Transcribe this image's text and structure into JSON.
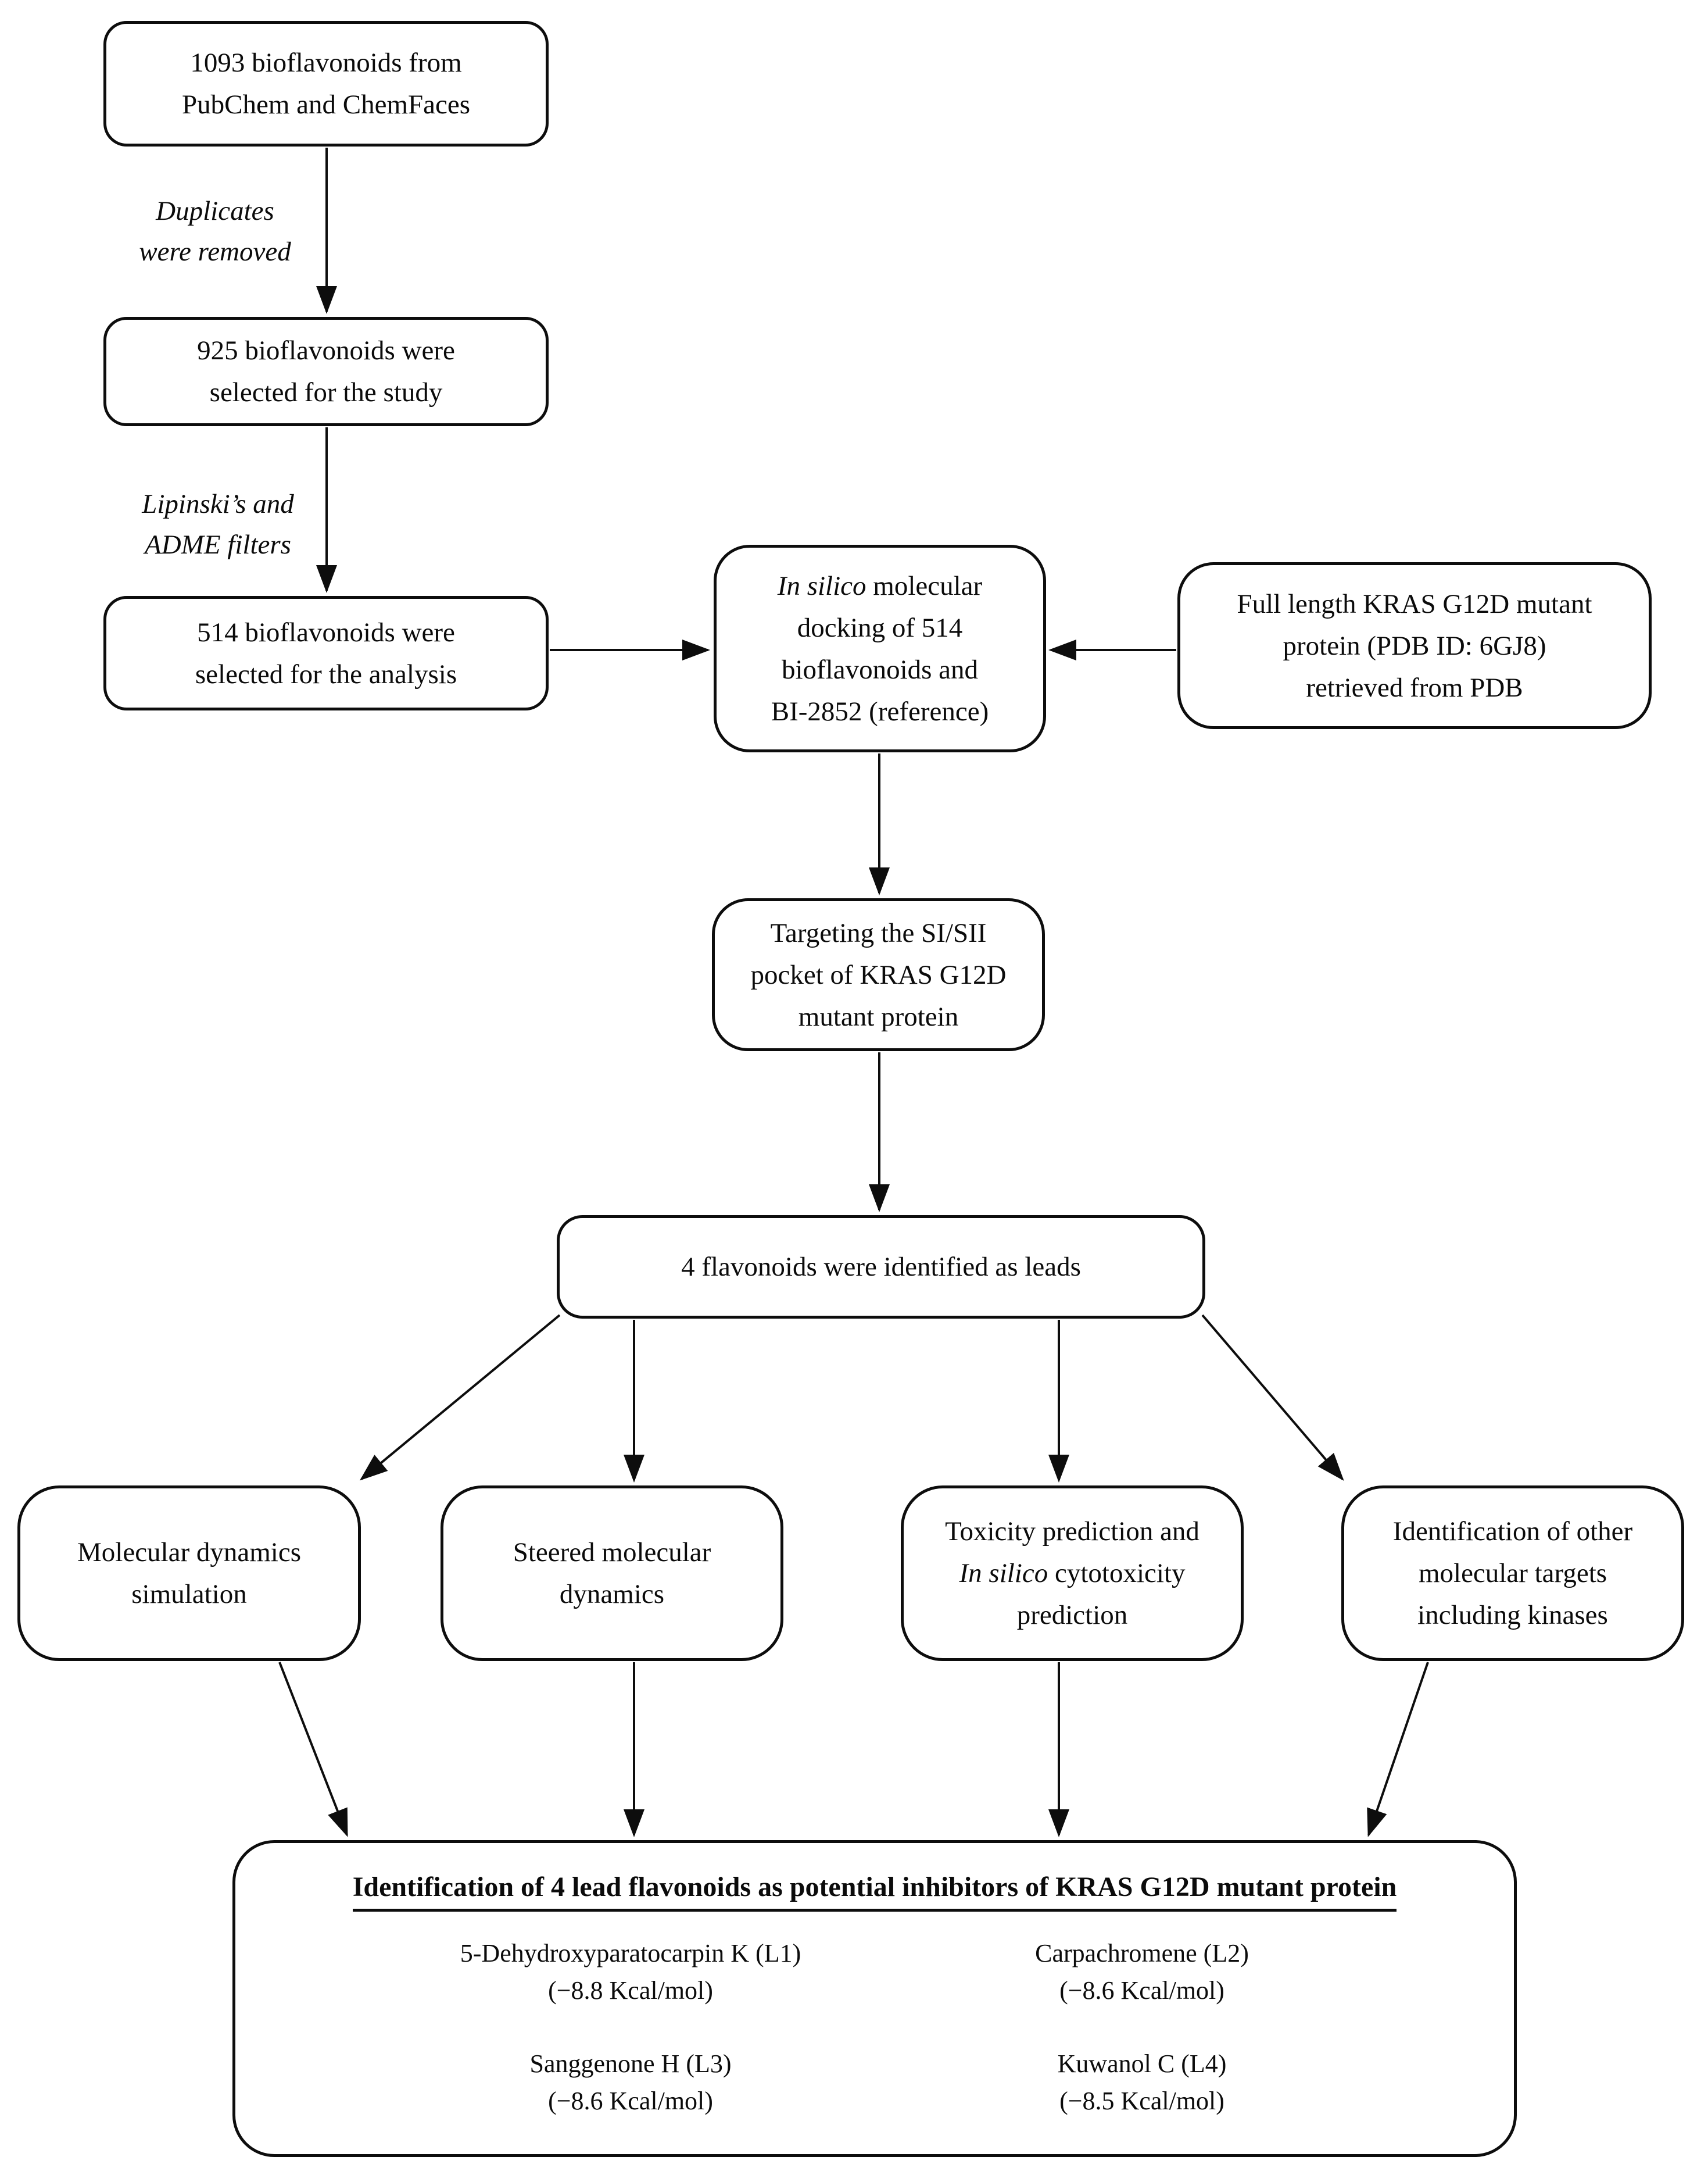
{
  "canvas": {
    "background_color": "#ffffff",
    "line_color": "#0d0d0d",
    "text_color": "#0b0b0b"
  },
  "nodes": {
    "source": {
      "lines": [
        "1093 bioflavonoids from",
        "PubChem and ChemFaces"
      ]
    },
    "selected925": {
      "lines": [
        "925 bioflavonoids were",
        "selected for the study"
      ]
    },
    "selected514": {
      "lines": [
        "514 bioflavonoids were",
        "selected for the analysis"
      ]
    },
    "docking": {
      "line1_italic": "In silico",
      "line1_rest": " molecular",
      "line2": "docking of 514",
      "line3": "bioflavonoids and",
      "line4": "BI-2852 (reference)"
    },
    "kras": {
      "lines": [
        "Full length KRAS G12D mutant",
        "protein (PDB ID: 6GJ8)",
        "retrieved from PDB"
      ]
    },
    "pocket": {
      "lines": [
        "Targeting the SI/SII",
        "pocket of KRAS G12D",
        "mutant protein"
      ]
    },
    "leads": {
      "lines": [
        "4 flavonoids were identified as leads"
      ]
    },
    "md": {
      "lines": [
        "Molecular dynamics",
        "simulation"
      ]
    },
    "smd": {
      "lines": [
        "Steered molecular",
        "dynamics"
      ]
    },
    "toxicity": {
      "line1": "Toxicity prediction and",
      "line2_italic": "In silico",
      "line2_rest": " cytotoxicity",
      "line3": "prediction"
    },
    "targets": {
      "lines": [
        "Identification of other",
        "molecular targets",
        "including kinases"
      ]
    }
  },
  "edge_labels": {
    "duplicates": {
      "lines": [
        "Duplicates",
        "were removed"
      ]
    },
    "lipinski": {
      "lines": [
        "Lipinski’s and",
        "ADME filters"
      ]
    }
  },
  "final": {
    "title": "Identification of 4 lead flavonoids as potential inhibitors of KRAS G12D mutant protein",
    "leads": [
      {
        "name": "5-Dehydroxyparatocarpin K (L1)",
        "score": "(−8.8 Kcal/mol)"
      },
      {
        "name": "Carpachromene (L2)",
        "score": "(−8.6 Kcal/mol)"
      },
      {
        "name": "Sanggenone H (L3)",
        "score": "(−8.6 Kcal/mol)"
      },
      {
        "name": "Kuwanol C (L4)",
        "score": "(−8.5 Kcal/mol)"
      }
    ]
  }
}
